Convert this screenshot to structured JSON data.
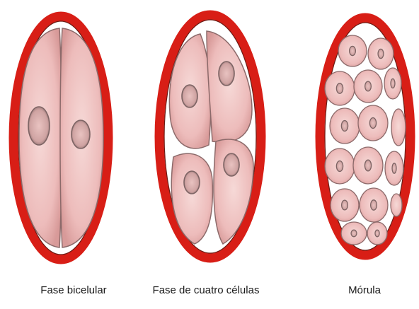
{
  "stages": [
    {
      "label": "Fase bicelular",
      "cells": 2
    },
    {
      "label": "Fase de cuatro células",
      "cells": 4
    },
    {
      "label": "Mórula",
      "cells": 16
    }
  ],
  "colors": {
    "zona": "#d81e16",
    "zona_dark": "#a8120d",
    "cell_fill": "#f0c4c4",
    "cell_edge": "#8c6a6a",
    "nucleus": "#7d6464",
    "gap": "#ffffff"
  }
}
